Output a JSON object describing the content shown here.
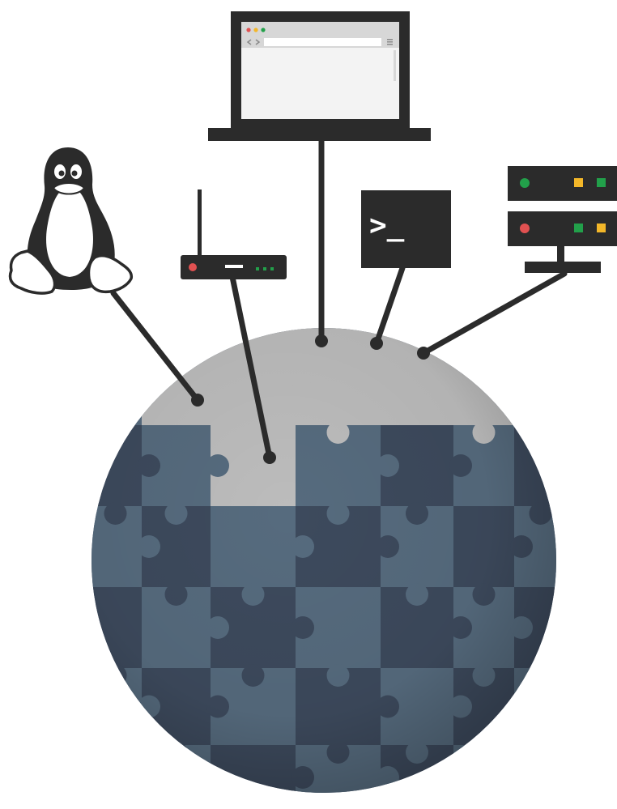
{
  "devices": [
    {
      "id": "linux",
      "icon": "tux-penguin-icon"
    },
    {
      "id": "router",
      "icon": "wifi-router-icon"
    },
    {
      "id": "laptop",
      "icon": "laptop-browser-icon"
    },
    {
      "id": "terminal",
      "icon": "terminal-icon",
      "prompt": ">_"
    },
    {
      "id": "server",
      "icon": "server-rack-icon"
    }
  ],
  "colors": {
    "background": "#ffffff",
    "device_dark": "#2b2b2b",
    "globe_dark": "#3d4a5d",
    "globe_light": "#566b7e",
    "globe_connected": "#bcbcbc",
    "led_red": "#e15151",
    "led_green": "#22a04a",
    "led_yellow": "#f3b729"
  }
}
